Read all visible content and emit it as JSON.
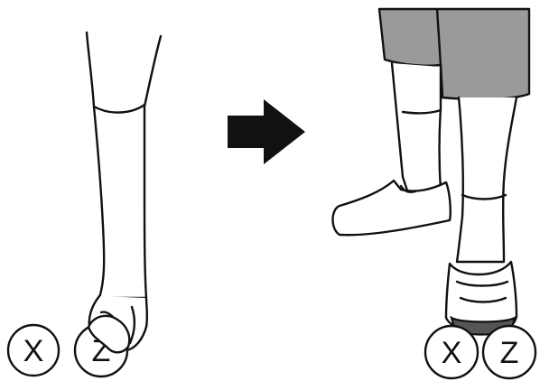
{
  "steps": [
    {
      "balls": [
        {
          "label": "X"
        },
        {
          "label": "Z"
        }
      ]
    },
    {
      "balls": [
        {
          "label": "X"
        },
        {
          "label": "Z"
        }
      ]
    }
  ],
  "colors": {
    "line": "#111111",
    "shorts": "#9a9a9a",
    "shoe_sole": "#555555",
    "arrow": "#111111",
    "background": "#ffffff"
  },
  "icons": {
    "transition": "right-arrow-icon"
  }
}
